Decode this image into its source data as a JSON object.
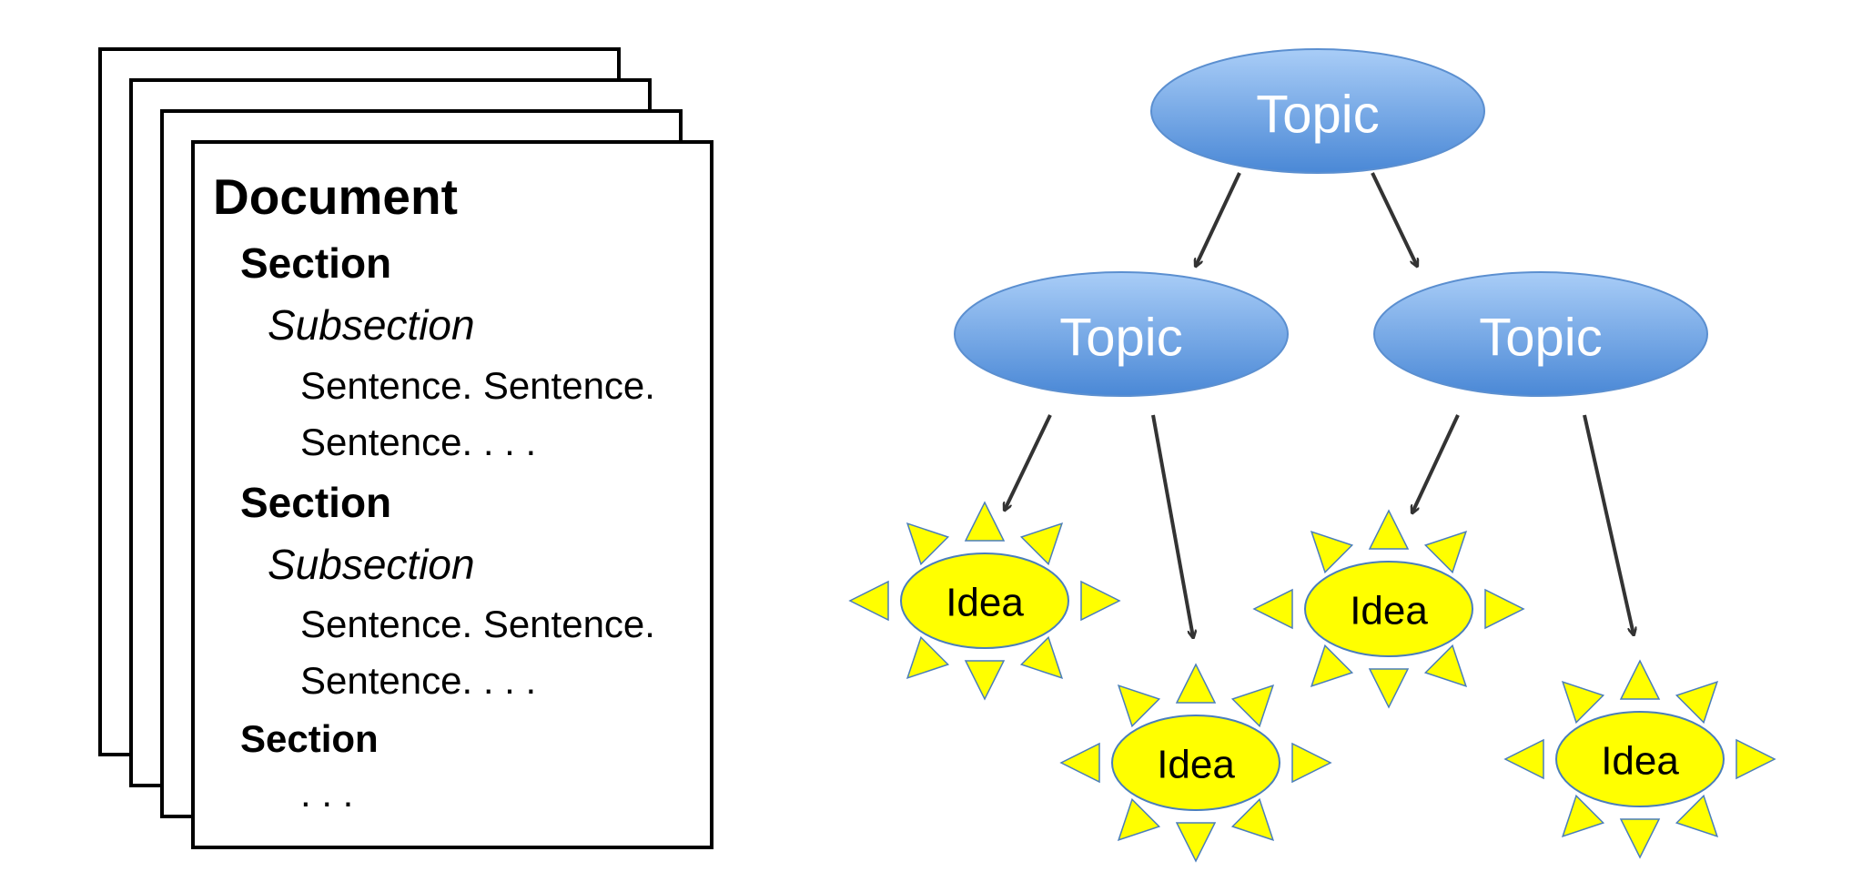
{
  "document": {
    "title": "Document",
    "section_1": "Section",
    "subsection_1": "Subsection",
    "sentence_line_1a": "Sentence. Sentence.",
    "sentence_line_1b": "Sentence. . . .",
    "section_2": "Section",
    "subsection_2": "Subsection",
    "sentence_line_2a": "Sentence. Sentence.",
    "sentence_line_2b": "Sentence. . . .",
    "section_3": "Section",
    "ellipsis": ". . ."
  },
  "tree": {
    "root_topic": "Topic",
    "left_topic": "Topic",
    "right_topic": "Topic",
    "ideas": [
      "Idea",
      "Idea",
      "Idea",
      "Idea"
    ]
  },
  "colors": {
    "topic_fill_top": "#a9cdf7",
    "topic_fill_bottom": "#4a88d6",
    "idea_fill": "#ffff00",
    "idea_outline": "#4a7ebb",
    "arrow": "#333333"
  }
}
